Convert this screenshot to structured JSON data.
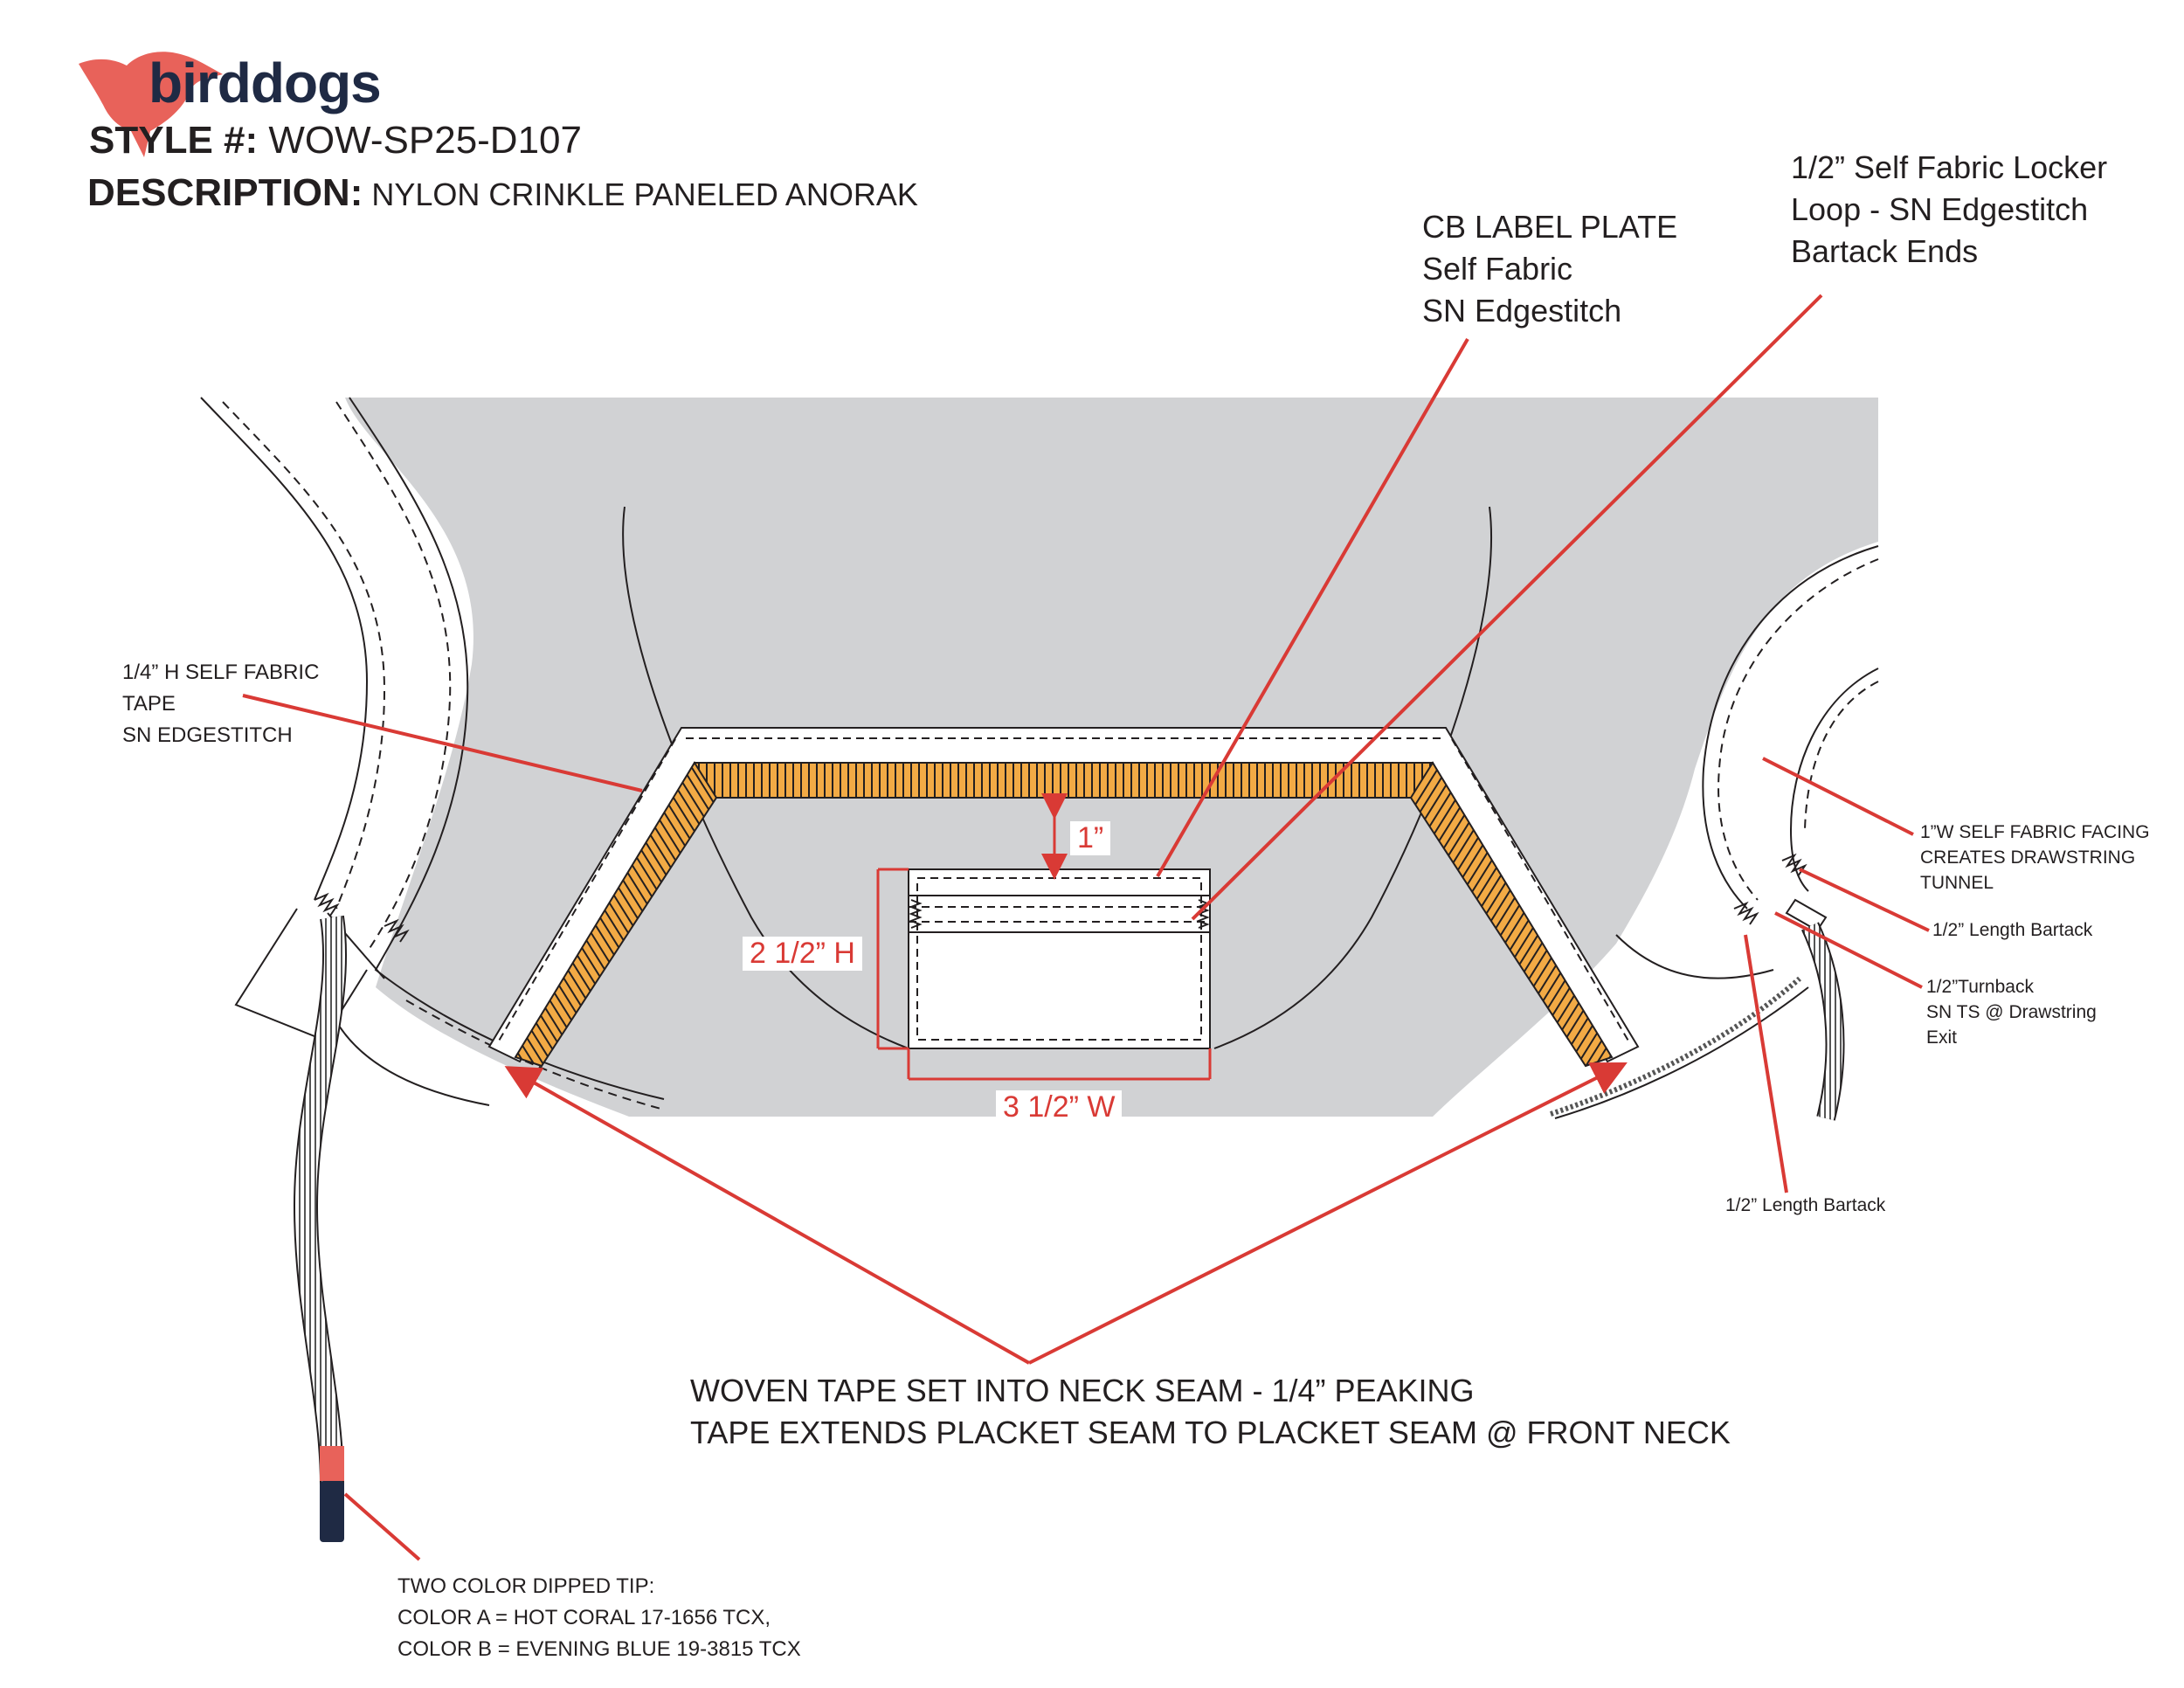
{
  "brand": {
    "name": "birddogs",
    "logo_color": "#e8625a",
    "text_color": "#1f2a44"
  },
  "header": {
    "style_label": "STYLE #:",
    "style_value": " WOW-SP25-D107",
    "description_label": "DESCRIPTION:",
    "description_value": " NYLON CRINKLE PANELED ANORAK"
  },
  "callouts": {
    "cb_label": [
      "CB LABEL PLATE",
      "Self Fabric",
      "SN Edgestitch"
    ],
    "locker_loop": [
      "1/2” Self Fabric Locker",
      "Loop - SN Edgestitch",
      "Bartack Ends"
    ],
    "self_fabric_tape": [
      "1/4” H SELF FABRIC",
      "TAPE",
      "SN EDGESTITCH"
    ],
    "facing": [
      "1”W SELF FABRIC FACING",
      "CREATES DRAWSTRING",
      "TUNNEL"
    ],
    "bartack_right": "1/2” Length Bartack",
    "turnback": [
      "1/2”Turnback",
      "SN TS @ Drawstring",
      "Exit"
    ],
    "bartack_bottom": "1/2” Length Bartack",
    "woven_tape": [
      "WOVEN TAPE SET INTO NECK SEAM - 1/4” PEAKING",
      "TAPE EXTENDS PLACKET SEAM TO PLACKET SEAM @ FRONT NECK"
    ],
    "dipped_tip": [
      "TWO COLOR DIPPED TIP:",
      "COLOR A = HOT CORAL 17-1656 TCX,",
      " COLOR B = EVENING BLUE 19-3815 TCX"
    ]
  },
  "dimensions": {
    "gap": "1”",
    "height": "2 1/2” H",
    "width": "3 1/2” W"
  },
  "colors": {
    "garment_fill": "#d1d2d4",
    "callout_line": "#d93a35",
    "woven_tape": "#f2aa45",
    "tip_color_a": "#e8625a",
    "tip_color_b": "#1f2a44"
  }
}
